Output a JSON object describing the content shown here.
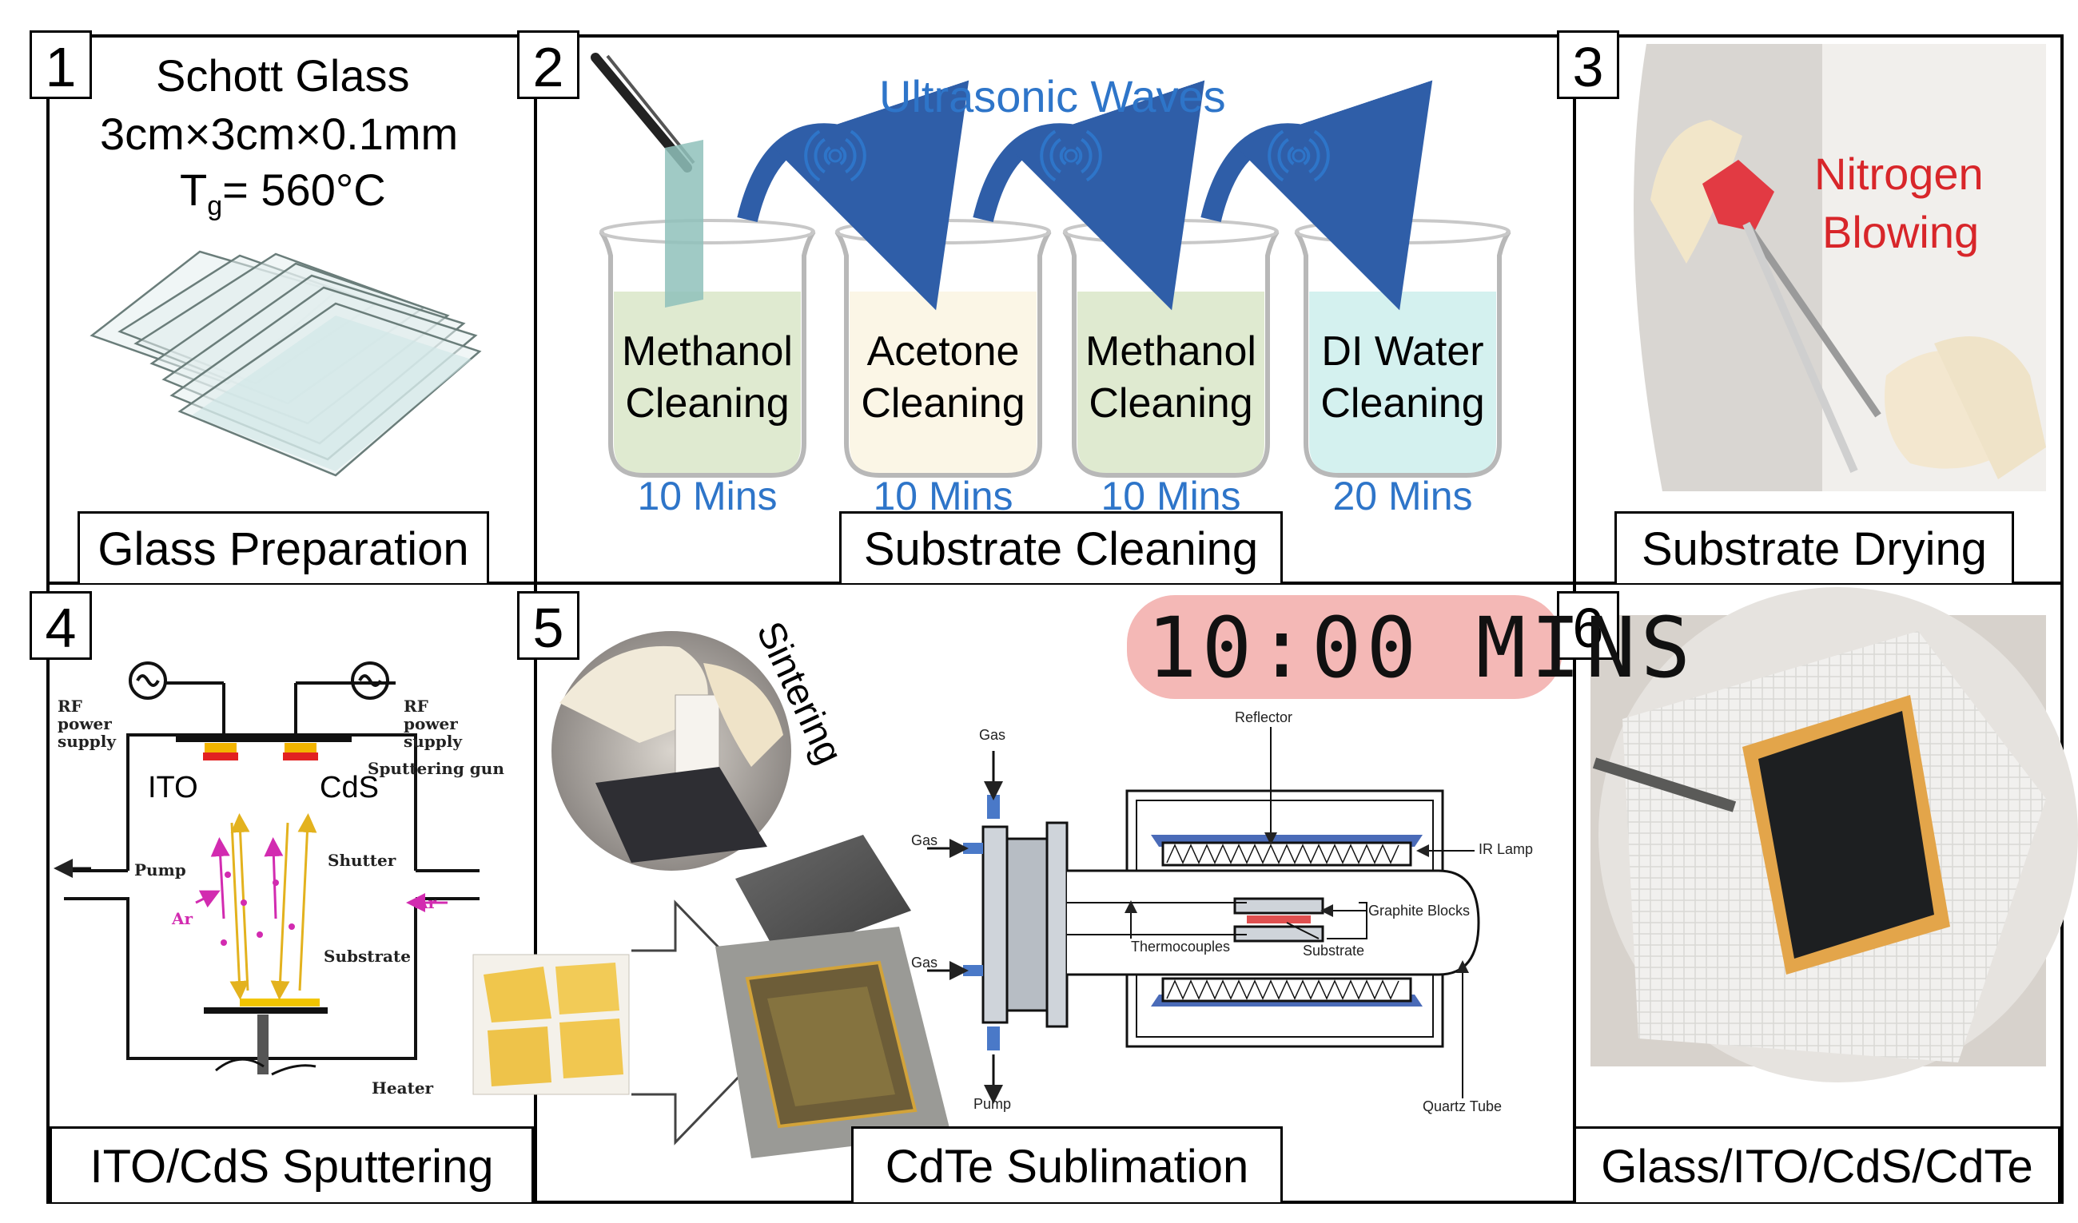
{
  "panels": [
    {
      "number": "1",
      "caption": "Glass Preparation"
    },
    {
      "number": "2",
      "caption": "Substrate Cleaning"
    },
    {
      "number": "3",
      "caption": "Substrate Drying"
    },
    {
      "number": "4",
      "caption": "ITO/CdS Sputtering"
    },
    {
      "number": "5",
      "caption": "CdTe Sublimation"
    },
    {
      "number": "6",
      "caption": "Glass/ITO/CdS/CdTe"
    }
  ],
  "glass": {
    "line1": "Schott Glass",
    "line2": "3cm×3cm×0.1mm",
    "tg_prefix": "T",
    "tg_sub": "g",
    "tg_value": "= 560°C"
  },
  "cleaning": {
    "waves_label": "Ultrasonic Waves",
    "beakers": [
      {
        "line1": "Methanol",
        "line2": "Cleaning",
        "time": "10 Mins",
        "fill": "#dfead0"
      },
      {
        "line1": "Acetone",
        "line2": "Cleaning",
        "time": "10 Mins",
        "fill": "#fbf6e6"
      },
      {
        "line1": "Methanol",
        "line2": "Cleaning",
        "time": "10 Mins",
        "fill": "#dfead0"
      },
      {
        "line1": "DI Water",
        "line2": "Cleaning",
        "time": "20 Mins",
        "fill": "#d4f1ef"
      }
    ]
  },
  "drying": {
    "line1": "Nitrogen",
    "line2": "Blowing"
  },
  "sputtering": {
    "rf_left": "RF power supply",
    "rf_right": "RF power supply",
    "ito": "ITO",
    "cds": "CdS",
    "sputtering_gun": "Sputtering gun",
    "shutter": "Shutter",
    "pump": "Pump",
    "ar_left": "Ar",
    "ar_right": "Ar",
    "substrate": "Substrate",
    "heater": "Heater"
  },
  "sublimation": {
    "timer": "10:00 MINS",
    "sintering": "Sintering",
    "gas_top": "Gas",
    "gas_mid": "Gas",
    "gas_low": "Gas",
    "pump": "Pump",
    "reflector": "Reflector",
    "ir_lamp": "IR Lamp",
    "graphite_blocks": "Graphite Blocks",
    "thermocouples": "Thermocouples",
    "substrate": "Substrate",
    "quartz_tube": "Quartz Tube"
  }
}
